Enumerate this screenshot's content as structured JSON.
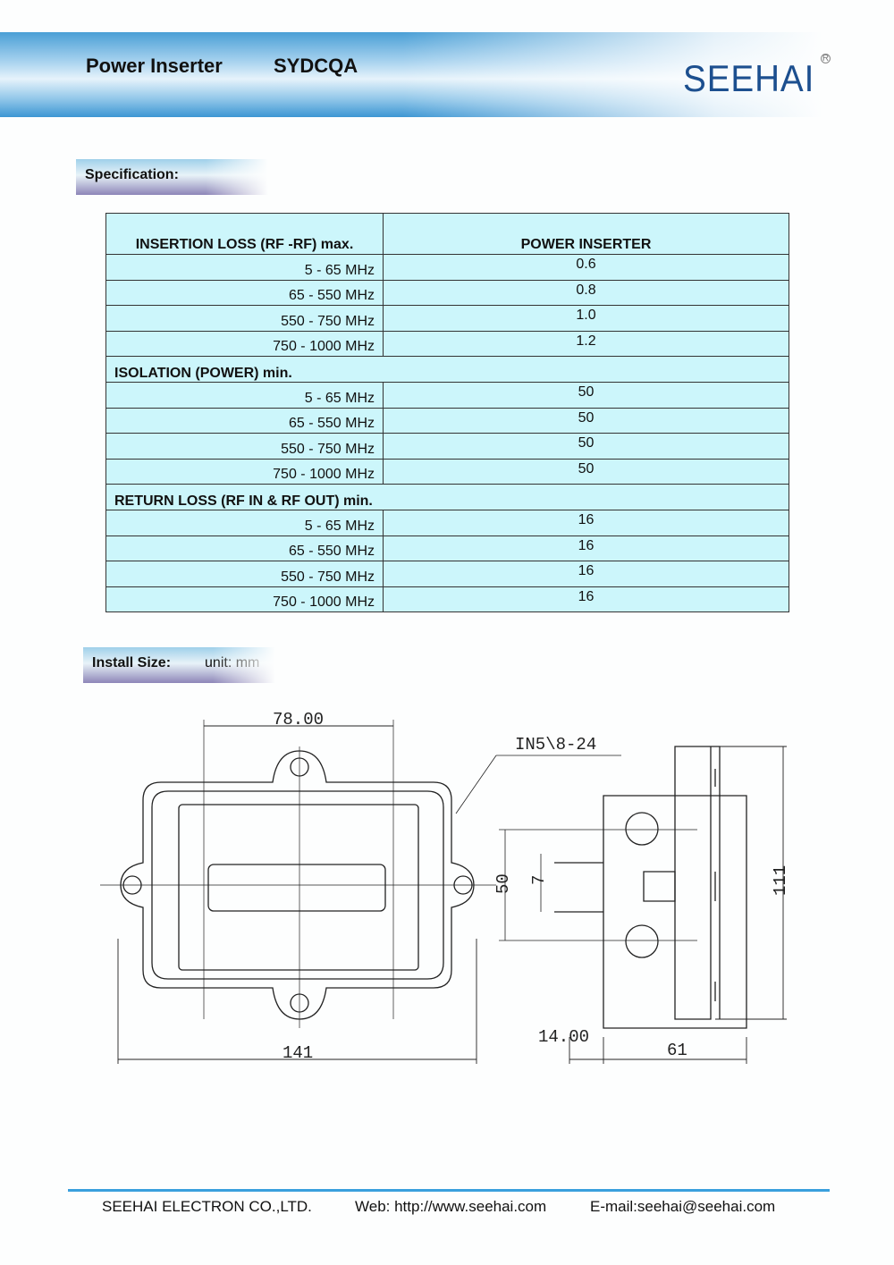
{
  "header": {
    "product": "Power Inserter",
    "model": "SYDCQA",
    "logo": "SEEHAI",
    "reg": "R"
  },
  "spec": {
    "label": "Specification:",
    "table": {
      "col1": "INSERTION LOSS (RF -RF) max.",
      "col2": "POWER INSERTER",
      "sections": [
        {
          "title": "",
          "rows": [
            [
              "5 - 65 MHz",
              "0.6"
            ],
            [
              "65 - 550 MHz",
              "0.8"
            ],
            [
              "550 - 750 MHz",
              "1.0"
            ],
            [
              "750 - 1000 MHz",
              "1.2"
            ]
          ]
        },
        {
          "title": "ISOLATION (POWER) min.",
          "rows": [
            [
              "5 - 65 MHz",
              "50"
            ],
            [
              "65 - 550 MHz",
              "50"
            ],
            [
              "550 - 750 MHz",
              "50"
            ],
            [
              "750 - 1000 MHz",
              "50"
            ]
          ]
        },
        {
          "title": "RETURN LOSS (RF IN & RF OUT) min.",
          "rows": [
            [
              "5 - 65 MHz",
              "16"
            ],
            [
              "65 - 550 MHz",
              "16"
            ],
            [
              "550 - 750 MHz",
              "16"
            ],
            [
              "750 - 1000 MHz",
              "16"
            ]
          ]
        }
      ]
    }
  },
  "install": {
    "label": "Install Size:",
    "unit": "unit: mm",
    "dims": {
      "top": "78.00",
      "thread": "IN5\\8-24",
      "width": "141",
      "h50": "50",
      "h7": "7",
      "h111": "111",
      "d14": "14.00",
      "d61": "61"
    }
  },
  "footer": {
    "company": "SEEHAI ELECTRON CO.,LTD.",
    "web": "Web: http://www.seehai.com",
    "email": "E-mail:seehai@seehai.com"
  }
}
